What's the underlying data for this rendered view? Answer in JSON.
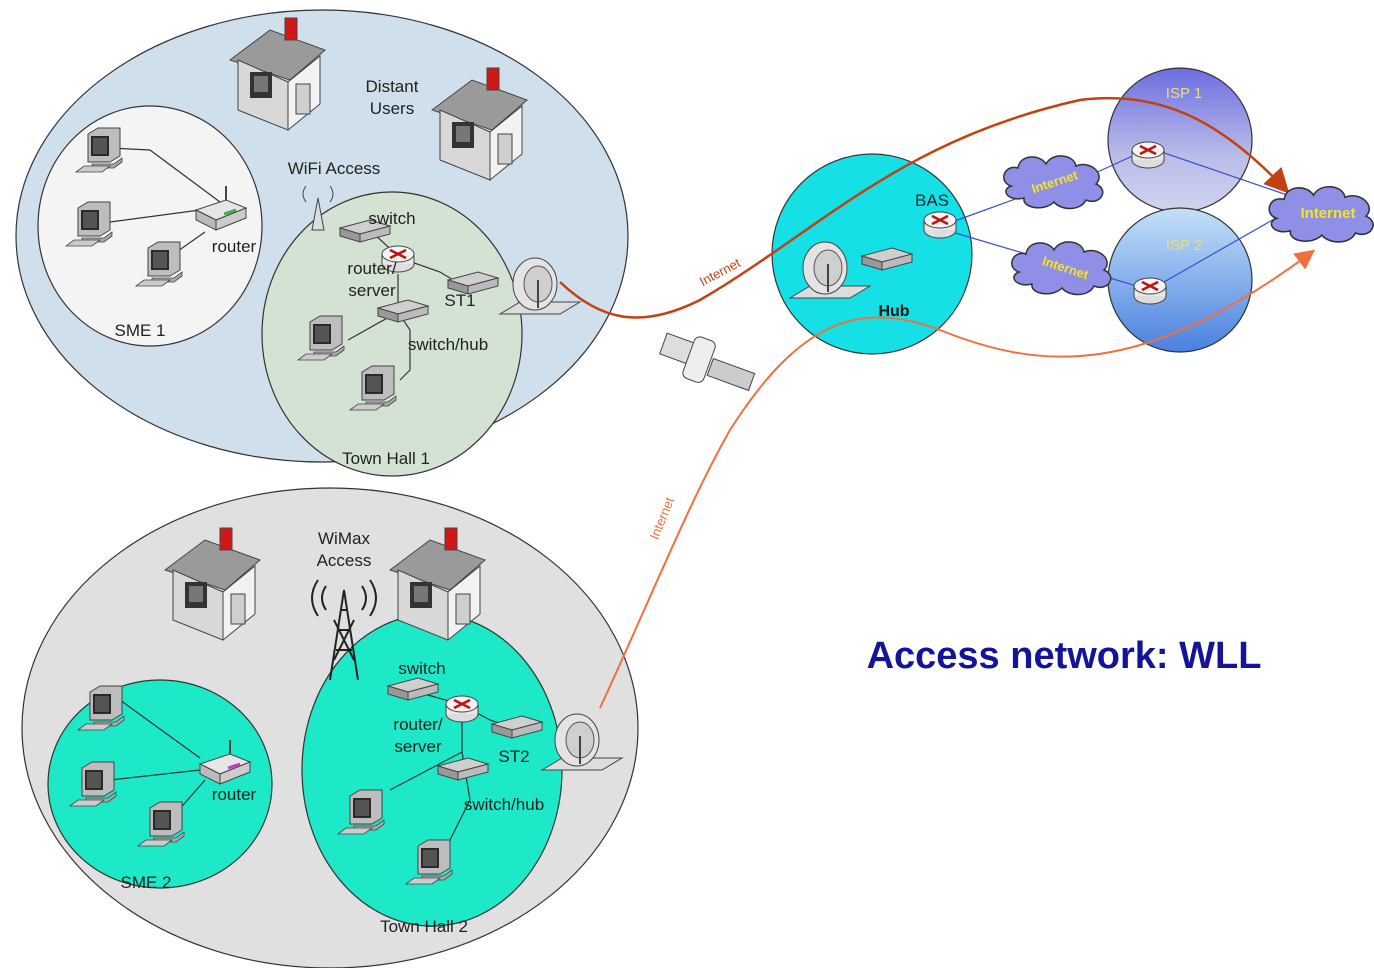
{
  "title": "Access network: WLL",
  "labels": {
    "distant_users_1": "Distant",
    "distant_users_2": "Users",
    "wifi_access": "WiFi Access",
    "wimax_access_1": "WiMax",
    "wimax_access_2": "Access",
    "switch_1": "switch",
    "router_server_1a": "router/",
    "router_server_1b": "server",
    "st1": "ST1",
    "switch_hub_1": "switch/hub",
    "town_hall_1": "Town Hall 1",
    "router_sme1": "router",
    "sme1": "SME 1",
    "switch_2": "switch",
    "router_server_2a": "router/",
    "router_server_2b": "server",
    "st2": "ST2",
    "switch_hub_2": "switch/hub",
    "town_hall_2": "Town Hall 2",
    "router_sme2": "router",
    "sme2": "SME 2",
    "bas": "BAS",
    "hub": "Hub",
    "isp1": "ISP 1",
    "isp2": "ISP 2",
    "cloud_internet_1": "Internet",
    "cloud_internet_2": "Internet",
    "cloud_internet_main": "Internet",
    "link_internet_1": "Internet",
    "link_internet_2": "Internet"
  },
  "colors": {
    "region_top": "#cfe0ec",
    "region_bottom": "#e0e0e0",
    "townhall1": "#d4e2d4",
    "townhall2": "#1de8c8",
    "sme2": "#1de8c8",
    "hub": "#15e0e6",
    "isp": "#6f7de0",
    "cloud": "#8f8fe8",
    "link_dark": "#c44010",
    "link_light": "#f07040",
    "title": "#14149a"
  }
}
